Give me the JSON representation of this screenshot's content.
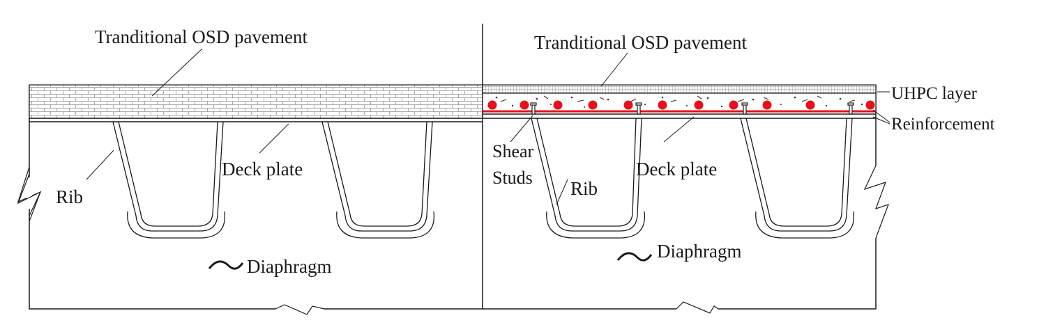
{
  "left_panel": {
    "pavement_label": "Tranditional OSD pavement",
    "rib_label": "Rib",
    "deck_plate_label": "Deck plate",
    "diaphragm_label": "Diaphragm"
  },
  "right_panel": {
    "pavement_label": "Tranditional OSD pavement",
    "uhpc_label": "UHPC layer",
    "reinforcement_label": "Reinforcement",
    "shear_label": "Shear",
    "studs_label": "Studs",
    "rib_label": "Rib",
    "deck_plate_label": "Deck plate",
    "diaphragm_label": "Diaphragm"
  },
  "colors": {
    "line": "#1a1a1a",
    "reinforcement": "#e8101a",
    "pattern": "#9a9a9a"
  },
  "icons": {
    "diaphragm_symbol": "tilde-icon",
    "break_mark": "zigzag-break-icon"
  }
}
